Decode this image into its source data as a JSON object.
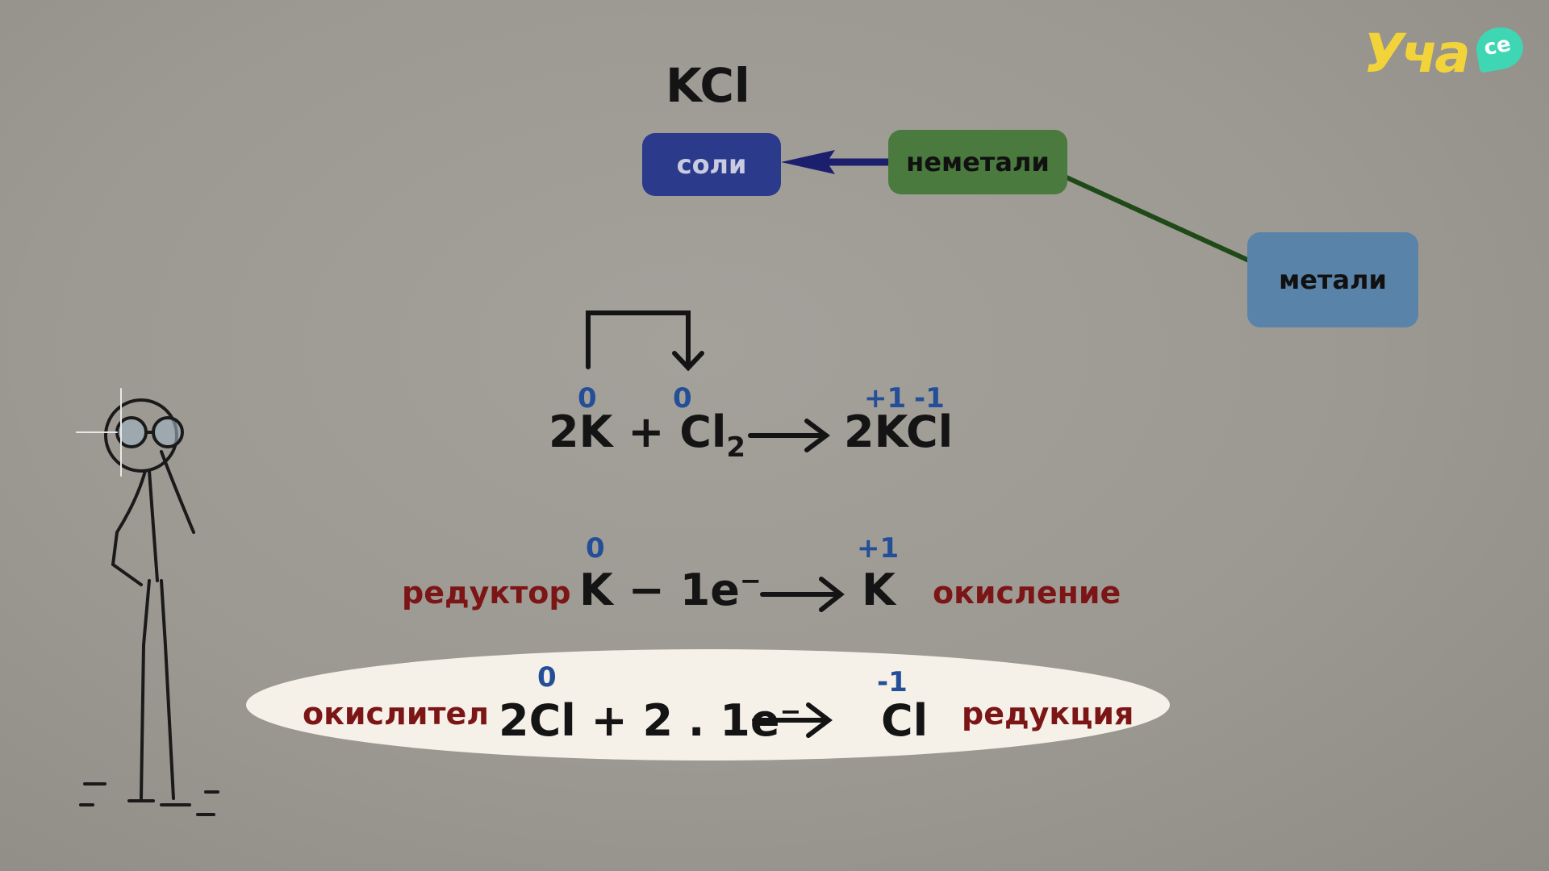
{
  "logo": {
    "main": "Уча",
    "bubble": "се"
  },
  "formula_title": "KCl",
  "boxes": {
    "soli": "соли",
    "nemetali": "неметали",
    "metali": "метали"
  },
  "reaction": {
    "ox_k": "0",
    "ox_cl2": "0",
    "ox_kcl_k": "+1",
    "ox_kcl_cl": "-1",
    "left": "2K + Cl",
    "left_sub": "2",
    "right": "2KCl"
  },
  "oxidation": {
    "label_left": "редуктор",
    "ox_left": "0",
    "left": "K − 1e",
    "superscript": "−",
    "ox_right": "+1",
    "right": "K",
    "label_right": "окисление"
  },
  "reduction": {
    "label_left": "окислител",
    "ox_left": "0",
    "left": "2Cl + 2 . 1e",
    "superscript": "−",
    "ox_right": "-1",
    "right": "Cl",
    "label_right": "редукция"
  },
  "colors": {
    "background": "#9c9992",
    "soli": "#2c3a8c",
    "nemetali": "#4a7a3e",
    "metali": "#5a83a9",
    "oxidation_state": "#244f98",
    "term": "#7c1616",
    "logo": "#f2d43a"
  }
}
